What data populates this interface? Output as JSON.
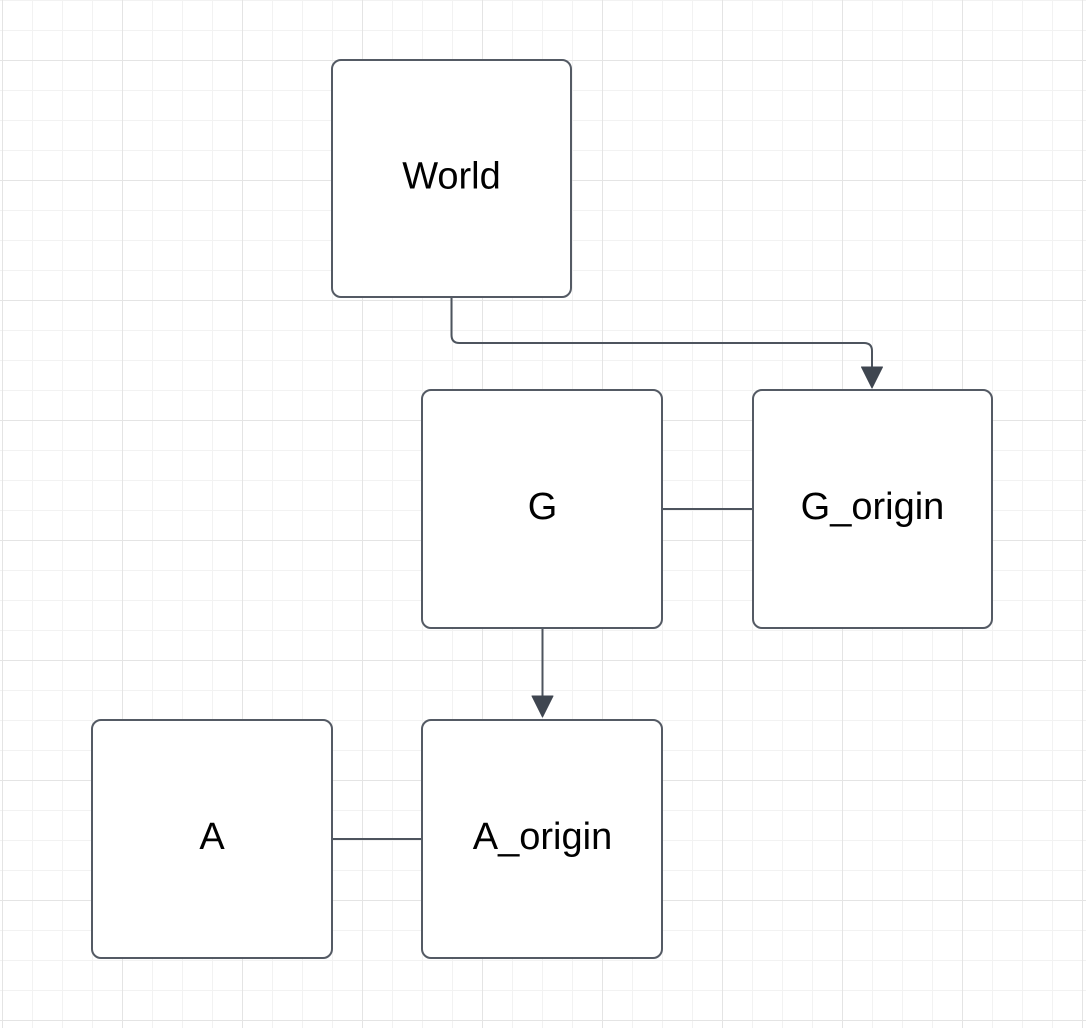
{
  "theme": {
    "canvas_bg": "#ffffff",
    "grid_minor_color": "#f2f2f2",
    "grid_major_color": "#e4e4e4",
    "node_fill": "#ffffff",
    "node_stroke": "#545a64",
    "edge_color": "#4d545e",
    "arrow_fill": "#3f4650",
    "text_color": "#000000"
  },
  "diagram": {
    "nodes": [
      {
        "id": "world",
        "label": "World"
      },
      {
        "id": "g",
        "label": "G"
      },
      {
        "id": "g_origin",
        "label": "G_origin"
      },
      {
        "id": "a",
        "label": "A"
      },
      {
        "id": "a_origin",
        "label": "A_origin"
      }
    ],
    "edges": [
      {
        "from": "world",
        "to": "g_origin",
        "arrowhead": true
      },
      {
        "from": "g",
        "to": "g_origin",
        "arrowhead": false
      },
      {
        "from": "g",
        "to": "a_origin",
        "arrowhead": true
      },
      {
        "from": "a",
        "to": "a_origin",
        "arrowhead": false
      }
    ]
  }
}
